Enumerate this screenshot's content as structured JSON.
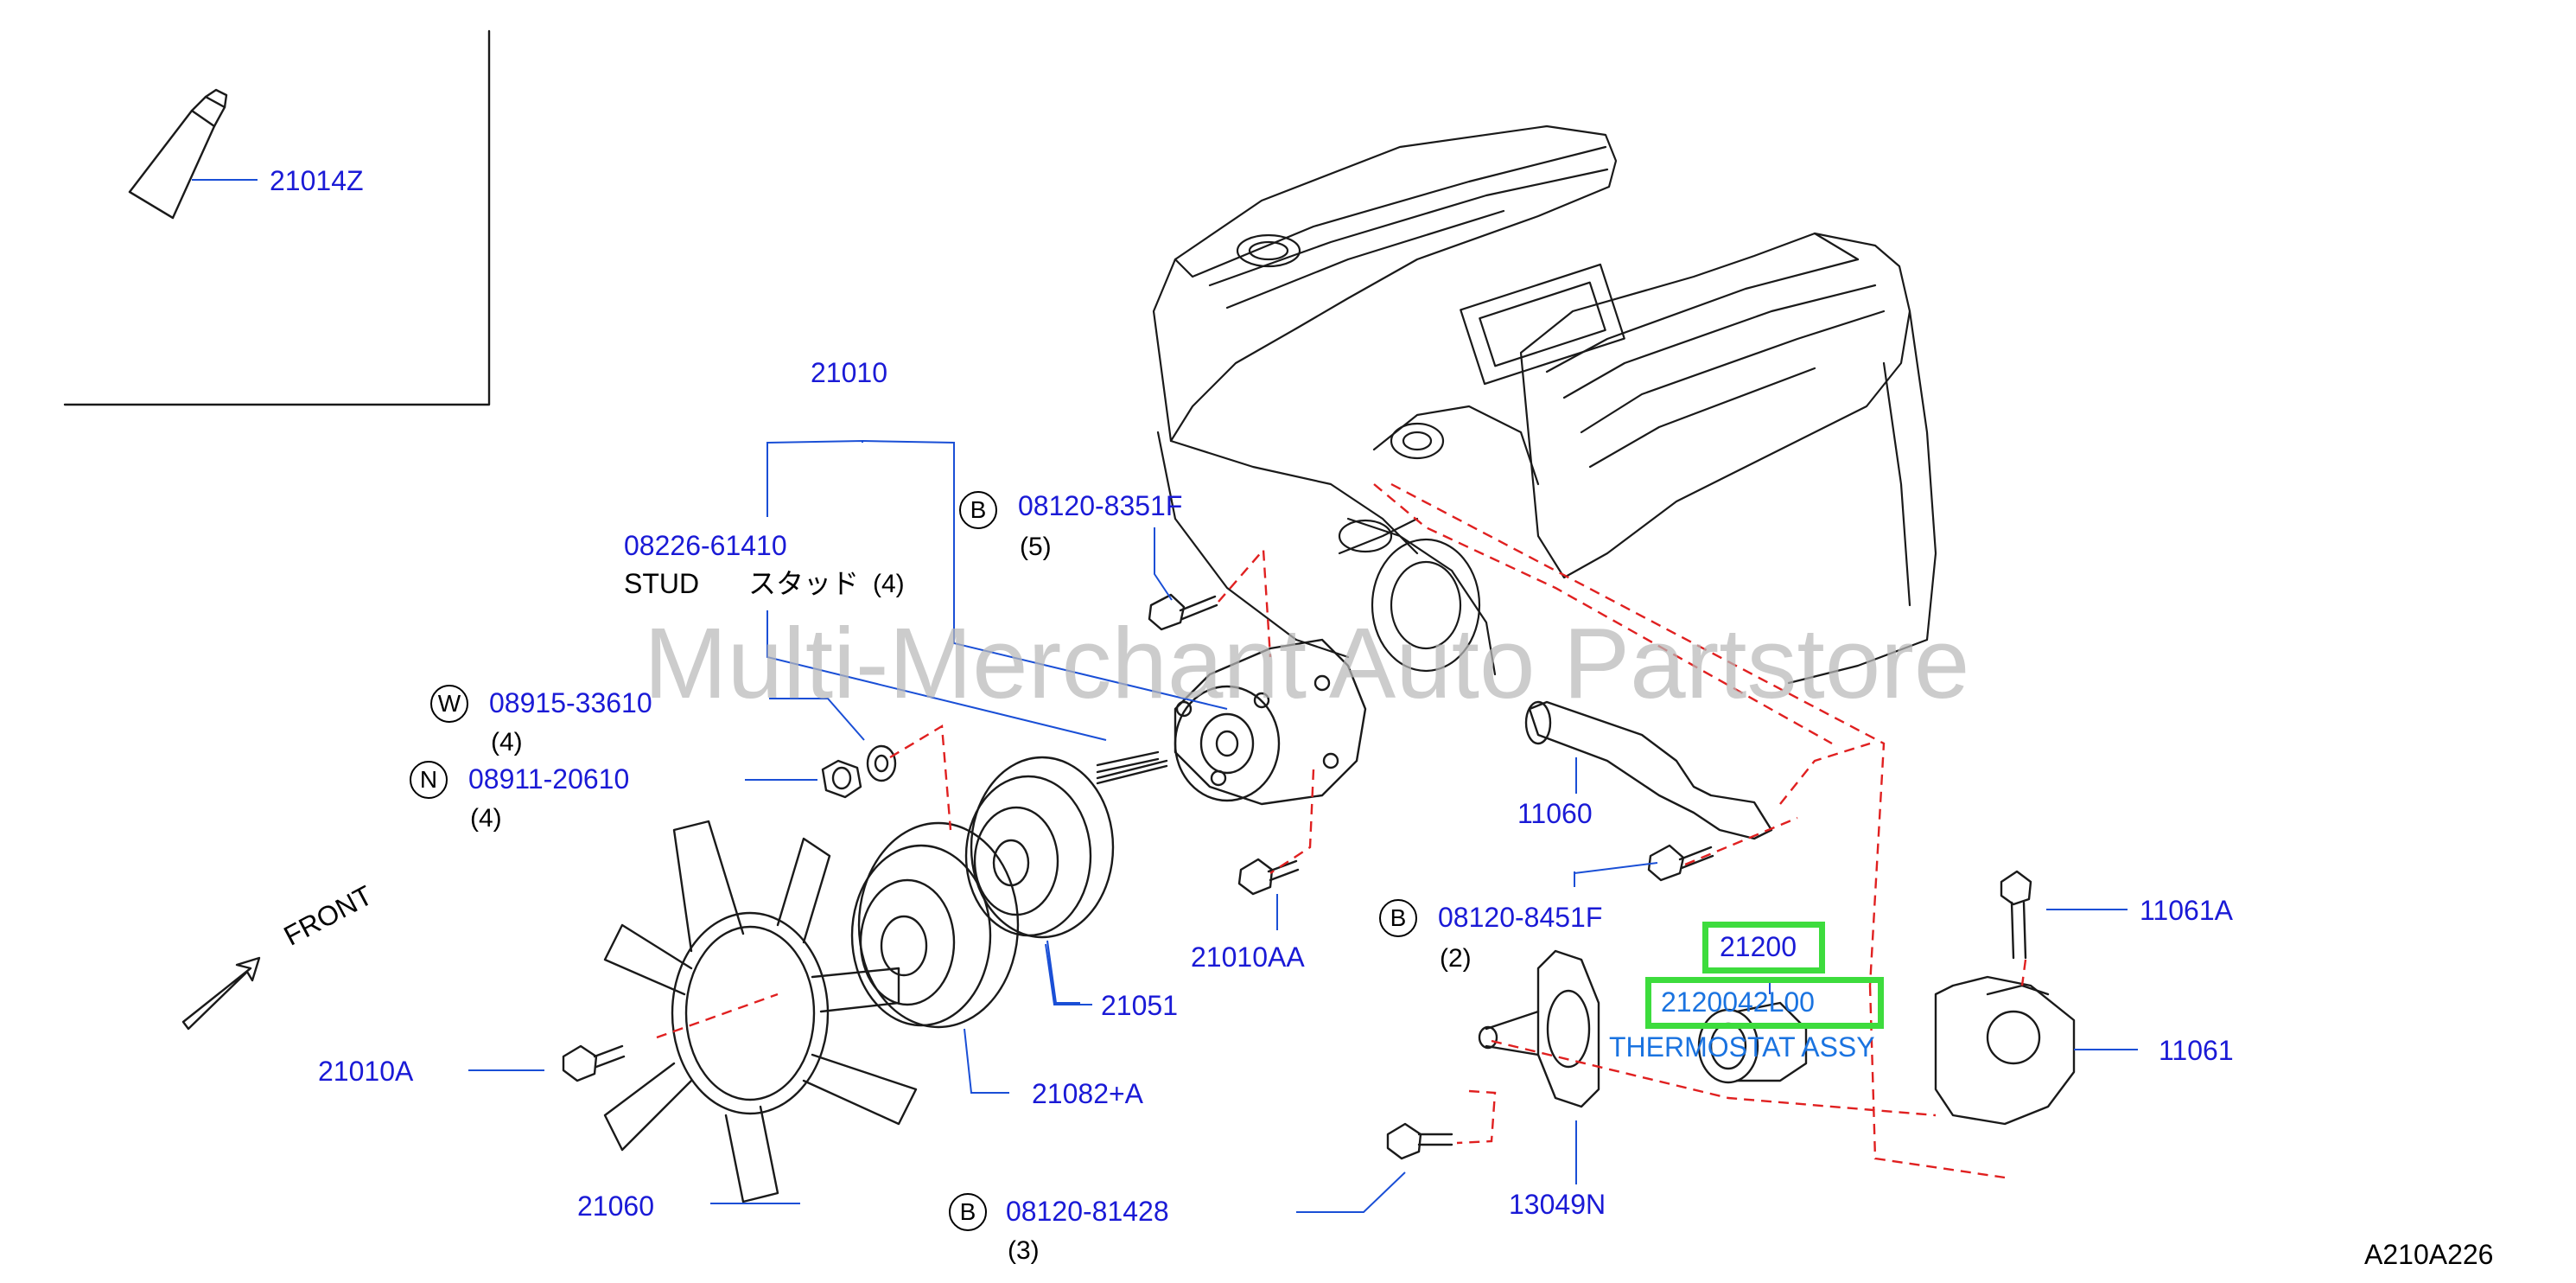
{
  "diagram": {
    "code": "A210A226",
    "watermark": "Multi-Merchant Auto Partstore",
    "front_label": "FRONT",
    "highlight_color": "#3ddc3d",
    "parts": {
      "p21014Z": "21014Z",
      "p21010": "21010",
      "p08226_61410": "08226-61410",
      "stud": "STUD",
      "stud_jp": "スタッド",
      "stud_qty": "(4)",
      "p08120_8351F": "08120-8351F",
      "q08120_8351F": "(5)",
      "p08915_33610": "08915-33610",
      "q08915_33610": "(4)",
      "p08911_20610": "08911-20610",
      "q08911_20610": "(4)",
      "p11060": "11060",
      "p21010AA": "21010AA",
      "p08120_8451F": "08120-8451F",
      "q08120_8451F": "(2)",
      "p21200": "21200",
      "p2120042L00": "2120042L00",
      "thermostat": "THERMOSTAT ASSY",
      "p11061A": "11061A",
      "p11061": "11061",
      "p21051": "21051",
      "p21010A": "21010A",
      "p21082A": "21082+A",
      "p13049N": "13049N",
      "p21060": "21060",
      "p08120_81428": "08120-81428",
      "q08120_81428": "(3)"
    },
    "markers": {
      "b": "B",
      "w": "W",
      "n": "N"
    }
  }
}
